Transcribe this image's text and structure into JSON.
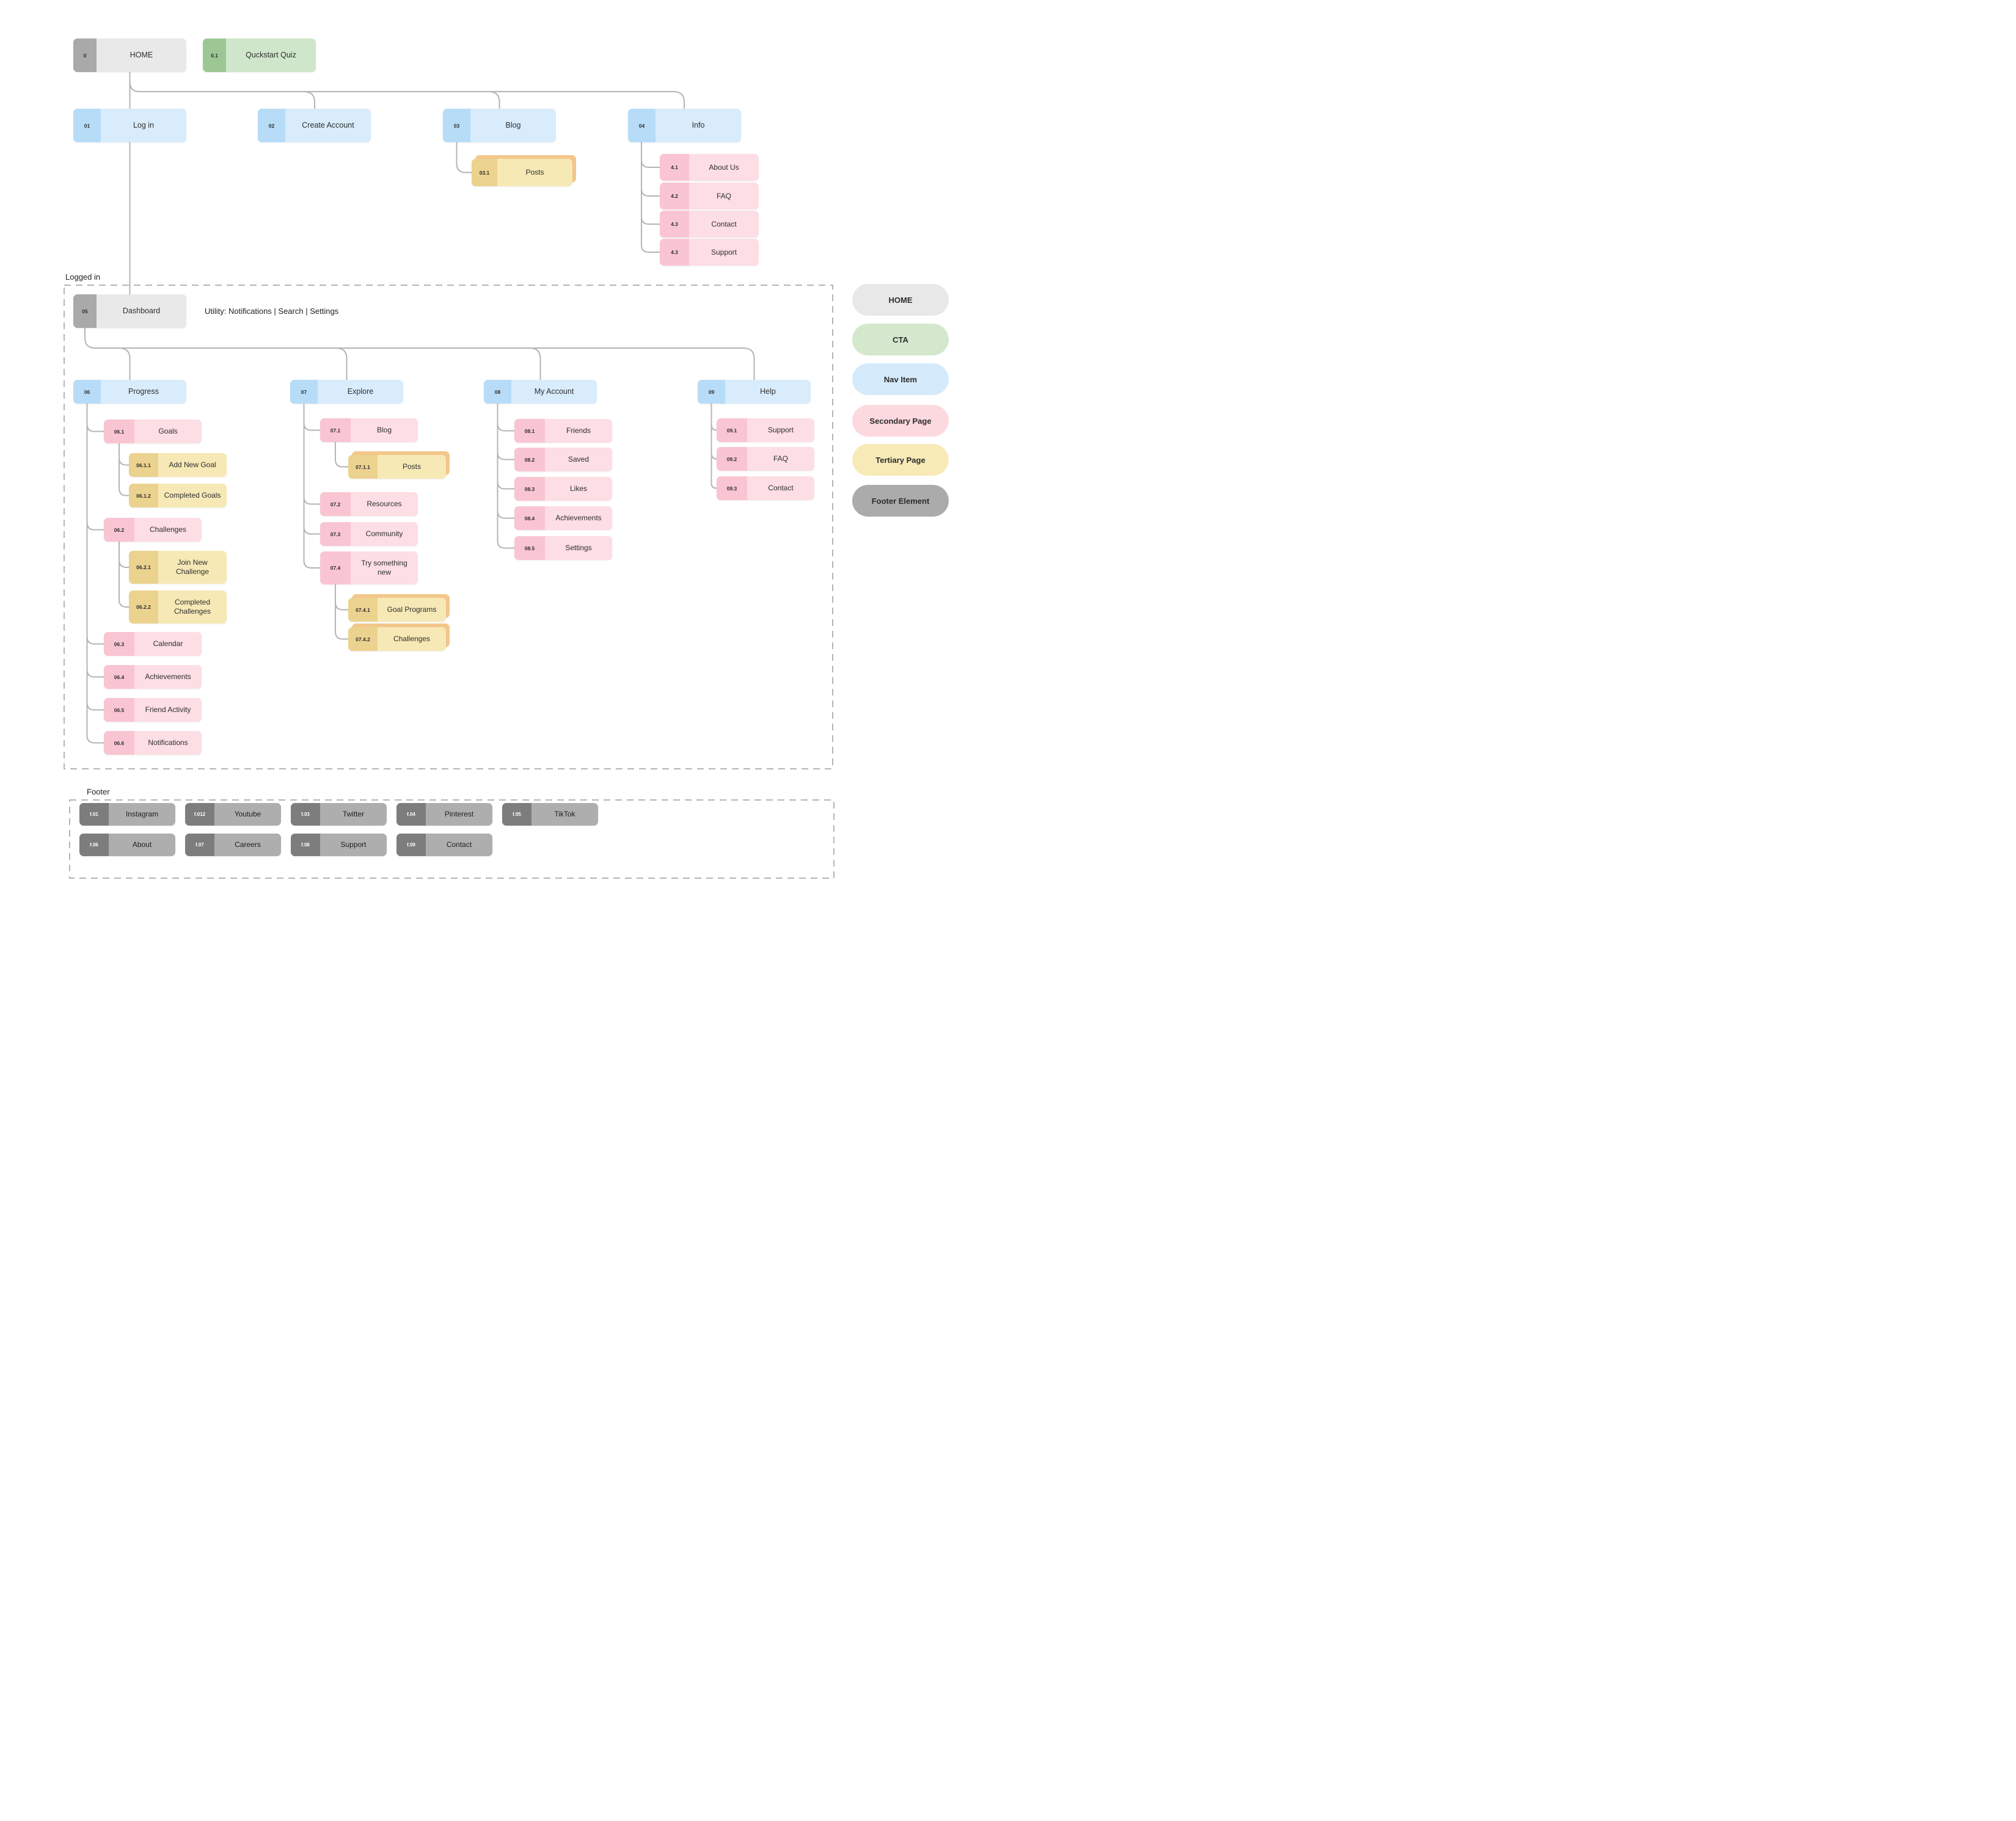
{
  "palette": {
    "connector": "#b4b4b4",
    "dashed_border": "#b5b5b5",
    "text": "#2e2e2e",
    "home_tab": "#a9a9a9",
    "home_body": "#e9e9e9",
    "cta_tab": "#9cc795",
    "cta_body": "#d0e6ca",
    "nav_tab": "#b7dcf8",
    "nav_body": "#d8ecfc",
    "secondary_tab": "#f9c5d2",
    "secondary_body": "#fcdee4",
    "tertiary_tab": "#ebd28e",
    "tertiary_body": "#f7e9b6",
    "tertiary_stack_shadow": "#f3c78b",
    "footer_tab": "#7d7d7d",
    "footer_body": "#aeaeae",
    "footer_number_text": "#ffffff"
  },
  "sections": {
    "logged_in_label": "Logged in",
    "footer_label": "Footer",
    "utility_text": "Utility: Notifications | Search | Settings"
  },
  "nodes": {
    "home": {
      "num": "0",
      "label": "HOME"
    },
    "cta": {
      "num": "0.1",
      "label": "Quckstart Quiz"
    },
    "login": {
      "num": "01",
      "label": "Log in"
    },
    "create": {
      "num": "02",
      "label": "Create Account"
    },
    "blog": {
      "num": "03",
      "label": "Blog"
    },
    "info": {
      "num": "04",
      "label": "Info"
    },
    "posts03": {
      "num": "03.1",
      "label": "Posts"
    },
    "about": {
      "num": "4.1",
      "label": "About Us"
    },
    "faq4": {
      "num": "4.2",
      "label": "FAQ"
    },
    "contact4": {
      "num": "4.3",
      "label": "Contact"
    },
    "support4": {
      "num": "4.3",
      "label": "Support"
    },
    "dashboard": {
      "num": "05",
      "label": "Dashboard"
    },
    "progress": {
      "num": "06",
      "label": "Progress"
    },
    "explore": {
      "num": "07",
      "label": "Explore"
    },
    "myaccount": {
      "num": "08",
      "label": "My Account"
    },
    "help": {
      "num": "09",
      "label": "Help"
    },
    "goals": {
      "num": "06.1",
      "label": "Goals"
    },
    "addnewgoal": {
      "num": "06.1.1",
      "label": "Add New Goal"
    },
    "completedgoals": {
      "num": "06.1.2",
      "label": "Completed Goals"
    },
    "challenges06": {
      "num": "06.2",
      "label": "Challenges"
    },
    "joinnewchallenge": {
      "num": "06.2.1",
      "label": "Join New Challenge"
    },
    "completedchallenges": {
      "num": "06.2.2",
      "label": "Completed Challenges"
    },
    "calendar": {
      "num": "06.3",
      "label": "Calendar"
    },
    "achievements06": {
      "num": "06.4",
      "label": "Achievements"
    },
    "friendactivity": {
      "num": "06.5",
      "label": "Friend Activity"
    },
    "notifications06": {
      "num": "06.6",
      "label": "Notifications"
    },
    "blog07": {
      "num": "07.1",
      "label": "Blog"
    },
    "posts07": {
      "num": "07.1.1",
      "label": "Posts"
    },
    "resources": {
      "num": "07.2",
      "label": "Resources"
    },
    "community": {
      "num": "07.3",
      "label": "Community"
    },
    "trysomething": {
      "num": "07.4",
      "label": "Try something new"
    },
    "goalprograms": {
      "num": "07.4.1",
      "label": "Goal Programs"
    },
    "challenges07": {
      "num": "07.4.2",
      "label": "Challenges"
    },
    "friends": {
      "num": "08.1",
      "label": "Friends"
    },
    "saved": {
      "num": "08.2",
      "label": "Saved"
    },
    "likes": {
      "num": "08.3",
      "label": "Likes"
    },
    "achievements08": {
      "num": "08.4",
      "label": "Achievements"
    },
    "settings08": {
      "num": "08.5",
      "label": "Settings"
    },
    "support09": {
      "num": "09.1",
      "label": "Support"
    },
    "faq09": {
      "num": "09.2",
      "label": "FAQ"
    },
    "contact09": {
      "num": "09.3",
      "label": "Contact"
    },
    "instagram": {
      "num": "f.01",
      "label": "Instagram"
    },
    "youtube": {
      "num": "f.012",
      "label": "Youtube"
    },
    "twitter": {
      "num": "f.03",
      "label": "Twitter"
    },
    "pinterest": {
      "num": "f.04",
      "label": "Pinterest"
    },
    "tiktok": {
      "num": "f.05",
      "label": "TikTok"
    },
    "about_f": {
      "num": "f.06",
      "label": "About"
    },
    "careers_f": {
      "num": "f.07",
      "label": "Careers"
    },
    "support_f": {
      "num": "f.08",
      "label": "Support"
    },
    "contact_f": {
      "num": "f.09",
      "label": "Contact"
    }
  },
  "legend": {
    "home": "HOME",
    "cta": "CTA",
    "nav_item": "Nav Item",
    "secondary_page": "Secondary Page",
    "tertiary_page": "Tertiary Page",
    "footer_element": "Footer Element"
  }
}
